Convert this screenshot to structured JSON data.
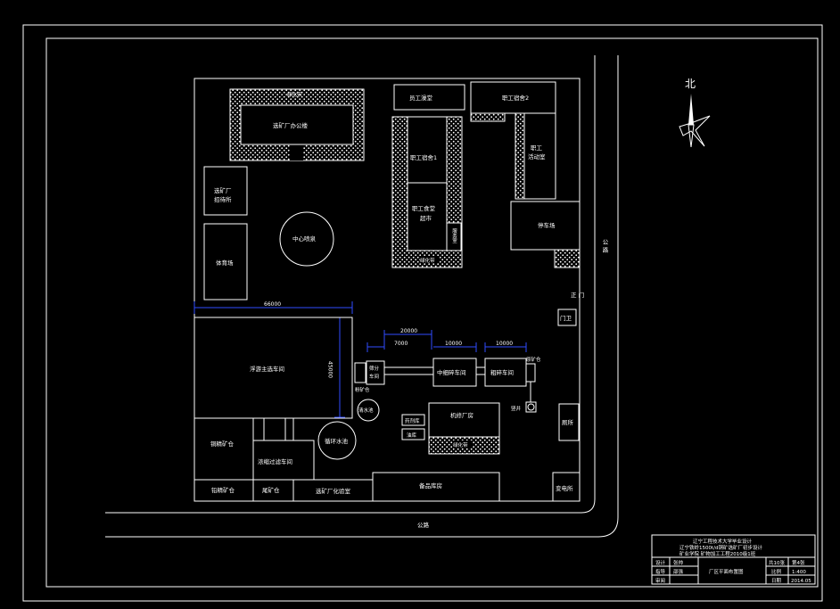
{
  "north": "北",
  "roads": {
    "right": "公 路",
    "bottom": "公路"
  },
  "gate": {
    "main_gate": "正 门",
    "guard": "门卫"
  },
  "buildings": {
    "office": "选矿厂办公楼",
    "greening_top": "绿化带",
    "staff_bath": "员工澡堂",
    "dorm2": "职工宿舍2",
    "dorm1": "职工宿舍1",
    "canteen": "职工食堂 超市",
    "service": "服务室",
    "activity": "职工活动室",
    "greening_mid": "绿化带",
    "guest": "选矿厂招待所",
    "center": "中心喷泉",
    "gym": "体育场",
    "parking": "停车场",
    "flotation": "浮游主选车间",
    "fine_ore": "粉矿仓",
    "screening": "筛分车间",
    "mid_crush": "中细碎车间",
    "coarse_crush": "粗碎车间",
    "raw_ore": "原矿仓",
    "shaft": "竖井",
    "pool": "清水池",
    "repair": "机修厂房",
    "reagent": "药剂库",
    "oil": "油库",
    "greening_bottom": "绿化带",
    "toilet": "厕所",
    "conc_bin": "铜精矿仓",
    "circ_pool": "循环水池",
    "thickener": "浓缩过滤车间",
    "lead_bin": "铅精矿仓",
    "tail_bin": "尾矿仓",
    "lab": "选矿厂化验室",
    "warehouse": "备品库房",
    "substation": "变电所"
  },
  "dimensions": {
    "d1": "66000",
    "d2": "45000",
    "d3": "20000",
    "d4": "7000",
    "d5": "10000",
    "d6": "10000"
  },
  "title_block": {
    "line1": "辽宁工程技术大学毕业设计",
    "line2": "辽宁铁岭1500t/d铜矿选矿厂初步设计",
    "line3": "矿业学院    矿物加工工程2010级1班",
    "row1": [
      "设计",
      "张帅"
    ],
    "row2": [
      "指导",
      "邵强"
    ],
    "row3": [
      "审阅",
      ""
    ],
    "drawing_name": "厂区平面布置图",
    "sheets": "共10张",
    "sheet_no": "第4张",
    "scale_label": "比例",
    "scale": "1:400",
    "date_label": "日期",
    "date": "2014.05"
  }
}
